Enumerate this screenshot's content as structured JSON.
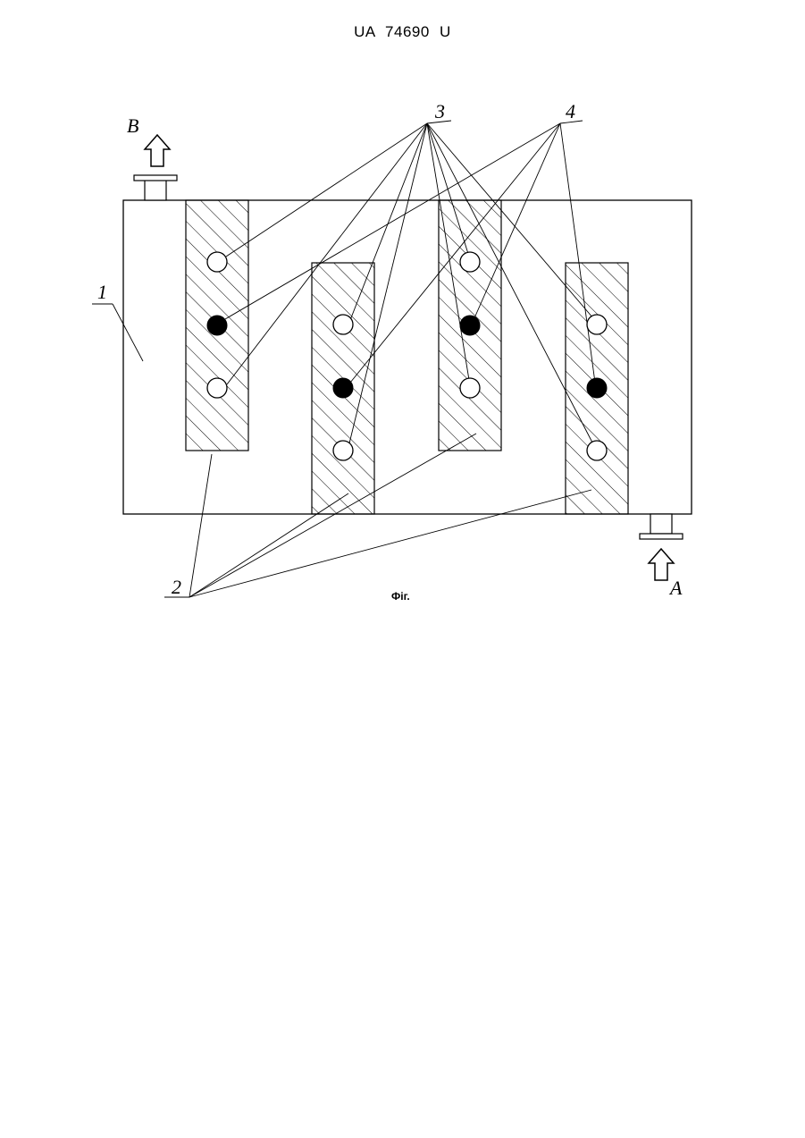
{
  "header": {
    "document_number": "UA   74690   U"
  },
  "figure": {
    "caption": "Фіг.",
    "labels": {
      "vessel": "1",
      "plates": "2",
      "open_holes": "3",
      "filled_holes": "4",
      "inlet": "A",
      "outlet": "B"
    }
  },
  "colors": {
    "ink": "#000000",
    "paper": "#ffffff"
  }
}
